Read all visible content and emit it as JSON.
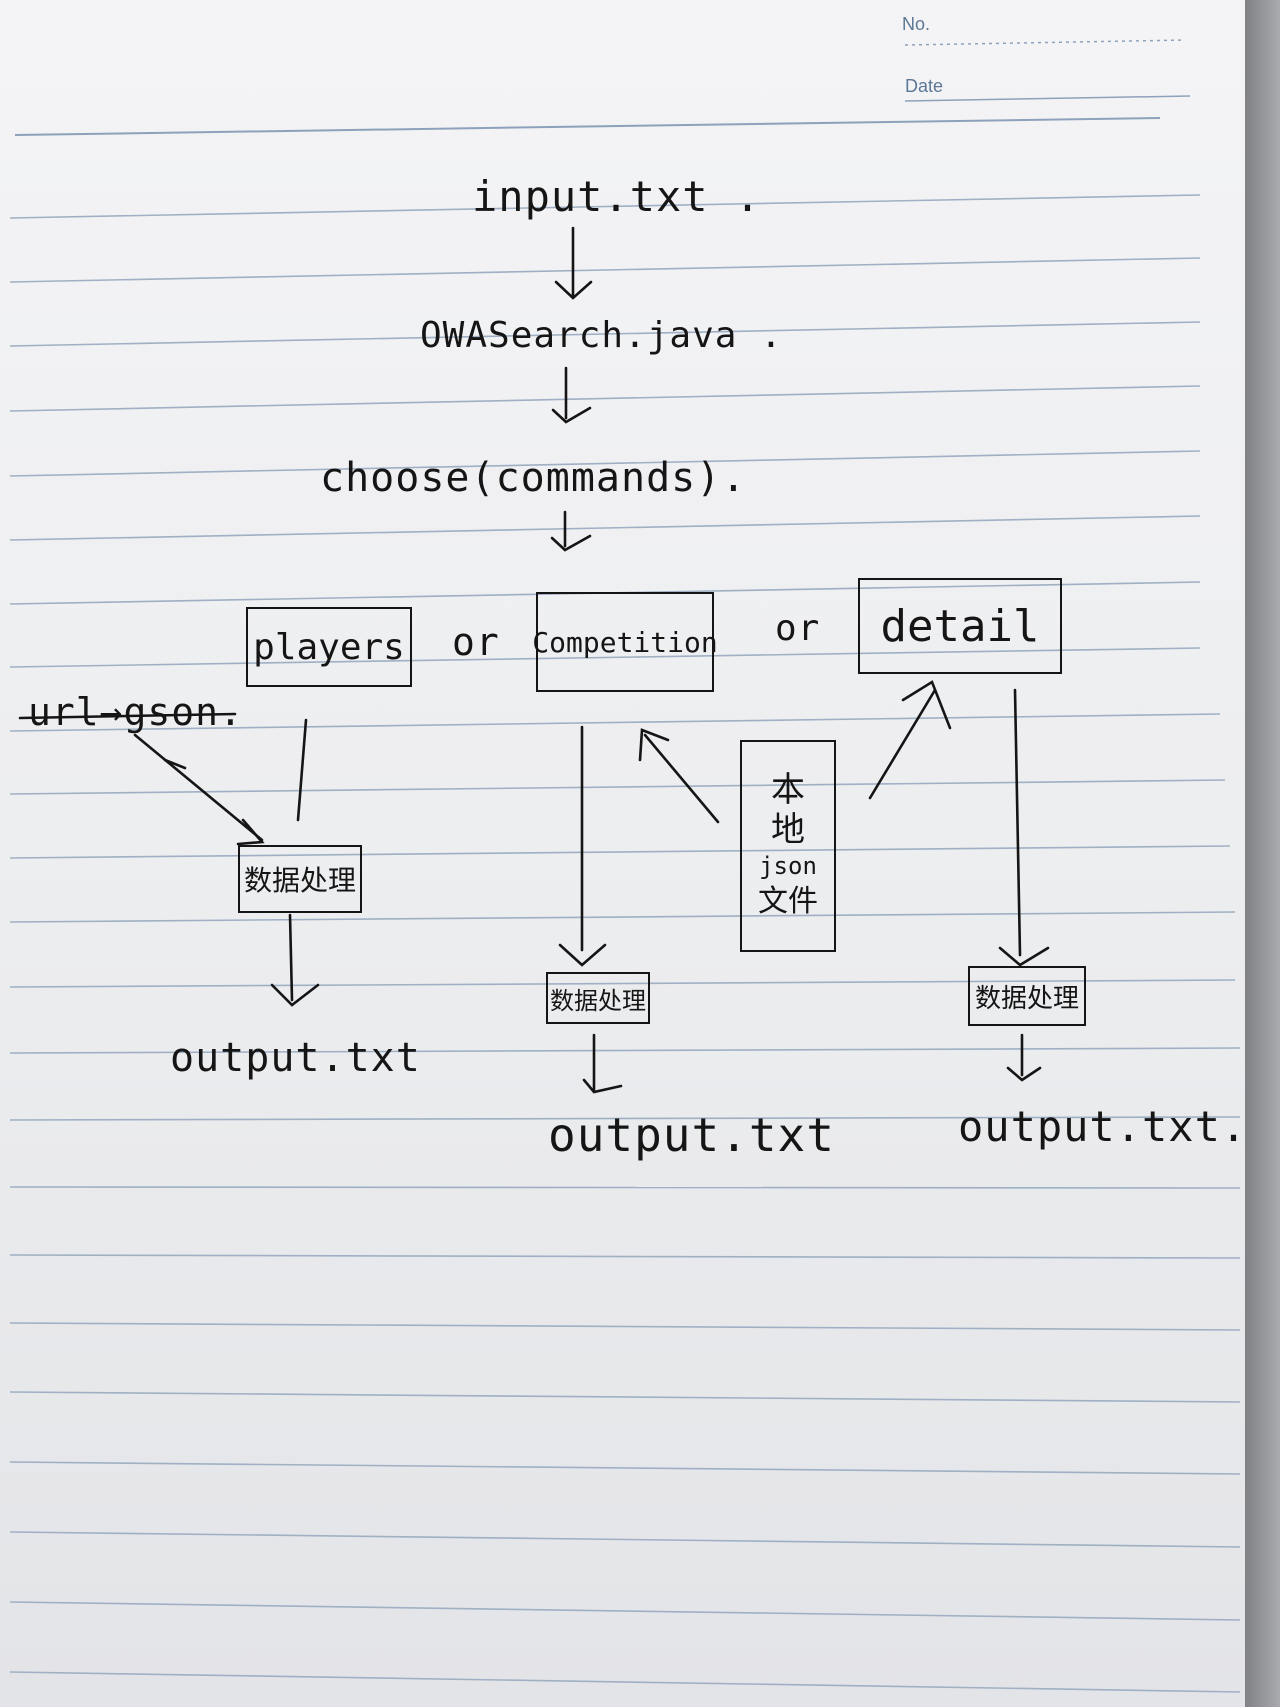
{
  "header": {
    "no_label": "No.",
    "date_label": "Date"
  },
  "flow": {
    "input": "input.txt .",
    "main_class": "OWASearch.java .",
    "choose": "choose(commands).",
    "or_1": "or",
    "or_2": "or"
  },
  "branches": {
    "players": "players",
    "competition": "Competition",
    "detail": "detail"
  },
  "source": {
    "url_gson": "url→gson."
  },
  "local_json": {
    "line1": "本",
    "line2": "地",
    "line3": "json",
    "line4": "文件"
  },
  "processing": {
    "left": "数据处理",
    "middle": "数据处理",
    "right": "数据处理"
  },
  "outputs": {
    "left": "output.txt",
    "middle": "output.txt",
    "right": "output.txt."
  },
  "colors": {
    "ink": "#151515",
    "ruling": "#8da2ba",
    "header_text": "#5c7896"
  }
}
